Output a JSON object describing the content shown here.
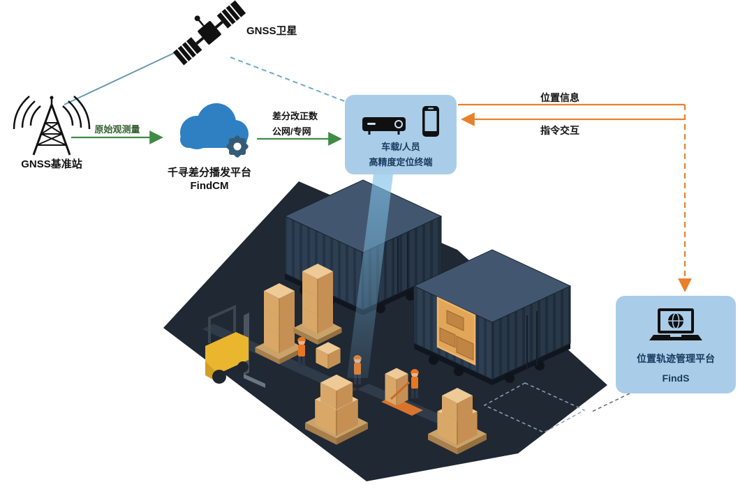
{
  "nodes": {
    "satellite": {
      "label": "GNSS卫星",
      "icon": "satellite-icon"
    },
    "base_station": {
      "label": "GNSS基准站",
      "icon": "radio-tower-icon"
    },
    "cloud_platform": {
      "title": "千寻差分播发平台",
      "subtitle": "FindCM",
      "icon": "cloud-gear-icon"
    },
    "terminal": {
      "line1": "车载/人员",
      "line2": "高精度定位终端",
      "icons": [
        "receiver-icon",
        "smartphone-icon"
      ]
    },
    "management_platform": {
      "title": "位置轨迹管理平台",
      "subtitle": "FindS",
      "icon": "laptop-globe-icon"
    }
  },
  "links": {
    "station_to_cloud": {
      "label": "原始观测量",
      "style": "solid-green-arrow"
    },
    "cloud_to_terminal": {
      "line1": "差分改正数",
      "line2": "公网/专网",
      "style": "solid-green-arrow"
    },
    "satellite_to_station": {
      "style": "solid-blue-line"
    },
    "satellite_to_terminal": {
      "style": "dashed-blue-line"
    },
    "terminal_to_platform": {
      "label": "位置信息",
      "style": "orange-arrow"
    },
    "platform_to_terminal": {
      "label": "指令交互",
      "style": "orange-arrow"
    }
  },
  "colors": {
    "panel_bg": "#a9cde8",
    "panel_text": "#17395e",
    "arrow_green": "#3f8b46",
    "arrow_orange": "#e8802c",
    "cloud_blue": "#2f7fc3",
    "link_blue": "#6fa8c4",
    "platform_dark": "#1f2833",
    "container_navy": "#2e3f53",
    "box_tan": "#d9a768",
    "forklift_yellow": "#e9b62f"
  },
  "illustration": "warehouse-container-yard"
}
